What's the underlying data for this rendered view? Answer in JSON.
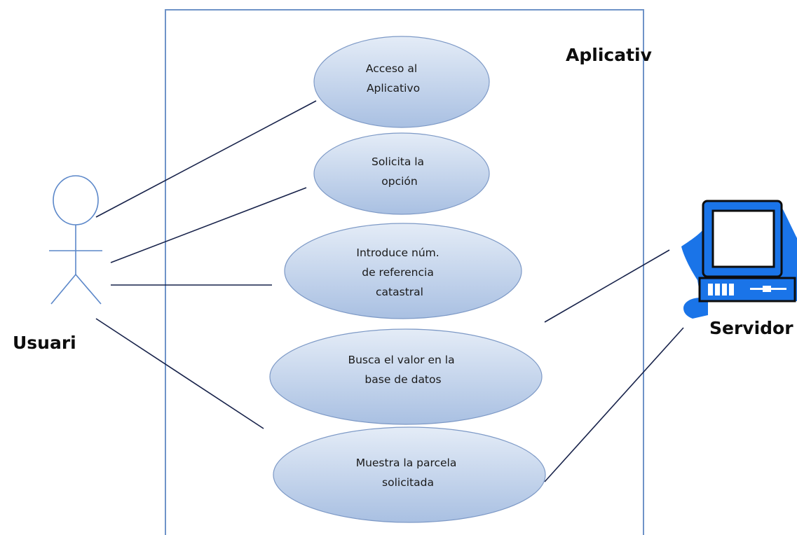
{
  "system": {
    "title": "Aplicativ"
  },
  "actors": {
    "user": {
      "label": "Usuari",
      "icon": "stick-figure-icon"
    },
    "server": {
      "label": "Servidor",
      "icon": "computer-icon"
    }
  },
  "use_cases": [
    {
      "id": "uc1",
      "lines": [
        "Acceso al",
        "Aplicativo"
      ]
    },
    {
      "id": "uc2",
      "lines": [
        "Solicita la",
        "opción"
      ]
    },
    {
      "id": "uc3",
      "lines": [
        "Introduce núm.",
        "de referencia",
        "catastral"
      ]
    },
    {
      "id": "uc4",
      "lines": [
        "Busca el valor en la",
        "base de datos"
      ]
    },
    {
      "id": "uc5",
      "lines": [
        "Muestra la parcela",
        "solicitada"
      ]
    }
  ],
  "associations": [
    {
      "actor": "user",
      "use_case": "uc1"
    },
    {
      "actor": "user",
      "use_case": "uc2"
    },
    {
      "actor": "user",
      "use_case": "uc3"
    },
    {
      "actor": "user",
      "use_case": "uc5"
    },
    {
      "actor": "server",
      "use_case": "uc4"
    },
    {
      "actor": "server",
      "use_case": "uc5"
    }
  ],
  "colors": {
    "boundary": "#6f93c8",
    "ellipse_top": "#e4ecf7",
    "ellipse_bottom": "#a9c0e2",
    "ellipse_stroke": "#7d99c6",
    "association": "#17224a",
    "actor_stroke": "#5b87c9",
    "computer_blue": "#1a74e8"
  }
}
